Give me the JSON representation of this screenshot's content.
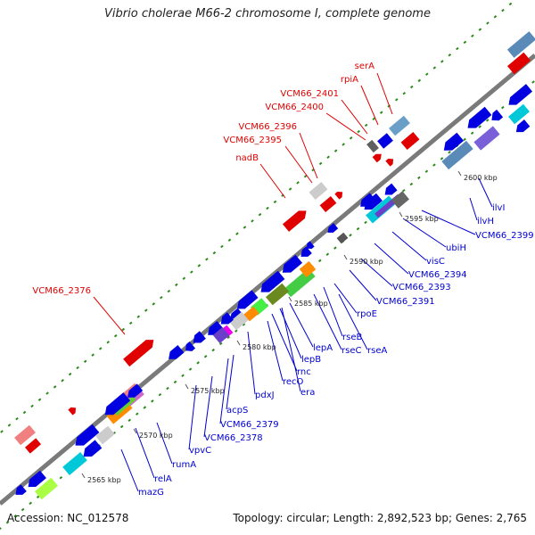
{
  "title": "Vibrio cholerae M66-2 chromosome I, complete genome",
  "footer": {
    "accession": "Accession: NC_012578",
    "summary": "Topology: circular; Length: 2,892,523 bp; Genes: 2,765"
  },
  "ticks": [
    "2565 kbp",
    "2570 kbp",
    "2575 kbp",
    "2580 kbp",
    "2585 kbp",
    "2590 kbp",
    "2595 kbp",
    "2600 kbp"
  ],
  "forward_labels": [
    "serA",
    "rpiA",
    "VCM66_2401",
    "VCM66_2400",
    "VCM66_2396",
    "VCM66_2395",
    "nadB",
    "VCM66_2376"
  ],
  "reverse_labels": [
    "ilvI",
    "ilvH",
    "VCM66_2399",
    "ubiH",
    "visC",
    "VCM66_2394",
    "VCM66_2393",
    "VCM66_2391",
    "rpoE",
    "rseB",
    "rseC",
    "rseA",
    "lepA",
    "lepB",
    "rnc",
    "era",
    "recO",
    "pdxJ",
    "acpS",
    "VCM66_2379",
    "VCM66_2378",
    "vpvC",
    "rumA",
    "relA",
    "mazG"
  ],
  "colors": {
    "forward_label": "#e00000",
    "reverse_label": "#0000d0",
    "backbone": "#7a7a7a",
    "dots": "#2a8a1a",
    "cds_forward": "#e00000",
    "cds_reverse": "#0000e0"
  }
}
